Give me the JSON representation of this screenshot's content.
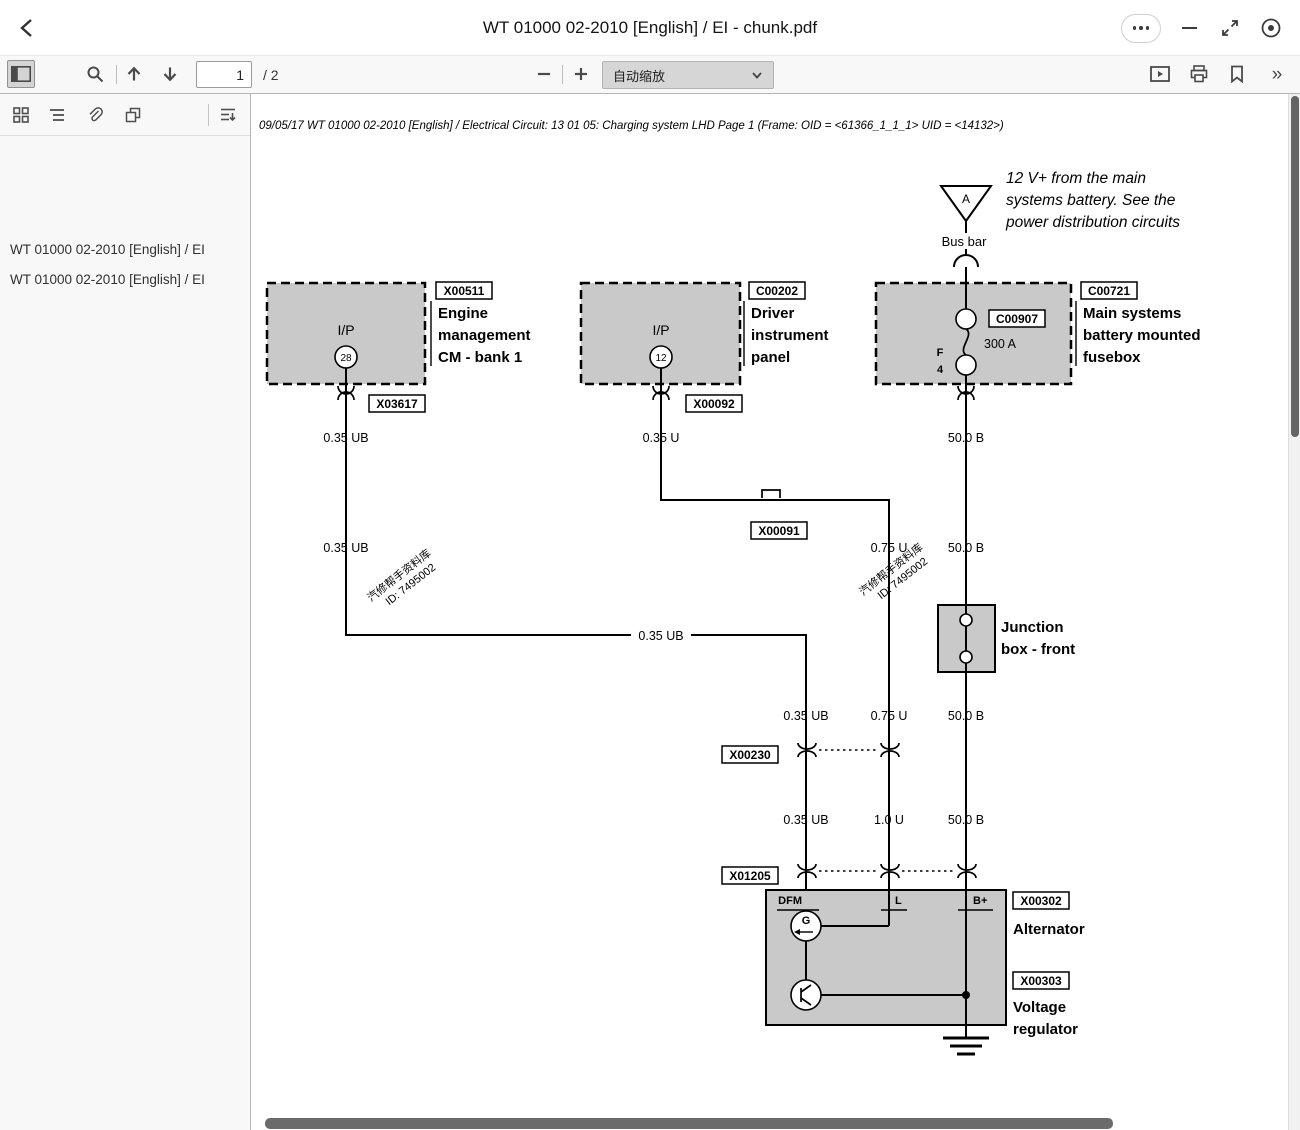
{
  "titlebar": {
    "title": "WT 01000 02-2010 [English] / EI - chunk.pdf"
  },
  "toolbar": {
    "page_value": "1",
    "page_of": "/ 2",
    "zoom_value": "自动缩放"
  },
  "sidebar": {
    "outline": [
      "WT 01000 02-2010 [English] / EI",
      "WT 01000 02-2010 [English] / EI"
    ]
  },
  "doc": {
    "header": "09/05/17  WT 01000 02-2010 [English] / Electrical Circuit: 13 01 05: Charging system LHD  Page 1  (Frame: OID = <61366_1_1_1>  UID = <14132>)",
    "note": [
      "12 V+ from the main",
      "systems battery. See the",
      "power distribution circuits"
    ],
    "battery_terminal": "A",
    "bus_bar": "Bus bar",
    "watermark_line1": "汽修帮手资料库",
    "watermark_line2": "ID: 7495002",
    "engine_cm": {
      "pin_type": "I/P",
      "pin": "28",
      "conn_top": "X00511",
      "conn_bottom": "X03617",
      "name": [
        "Engine",
        "management",
        "CM - bank 1"
      ]
    },
    "instrument_panel": {
      "pin_type": "I/P",
      "pin": "12",
      "conn_top": "C00202",
      "conn_bottom": "X00092",
      "name": [
        "Driver",
        "instrument",
        "panel"
      ]
    },
    "fusebox": {
      "conn_top": "C00721",
      "fuse_conn": "C00907",
      "fuse_pos_top": "F",
      "fuse_pos_bottom": "4",
      "fuse_rating": "300 A",
      "name": [
        "Main systems",
        "battery mounted",
        "fusebox"
      ]
    },
    "junction_box": {
      "name": [
        "Junction",
        "box - front"
      ]
    },
    "alternator": {
      "conn": "X00302",
      "name": "Alternator",
      "terminals": [
        "DFM",
        "L",
        "B+"
      ],
      "generator": "G"
    },
    "regulator": {
      "conn": "X00303",
      "name": [
        "Voltage",
        "regulator"
      ]
    },
    "splices": [
      "X00091",
      "X00230",
      "X01205"
    ],
    "wire_labels": [
      "0.35 UB",
      "0.35 U",
      "50.0 B",
      "0.35 UB",
      "0.75 U",
      "50.0 B",
      "0.35 UB",
      "0.35 UB",
      "0.75 U",
      "50.0 B",
      "0.35 UB",
      "1.0 U",
      "50.0 B"
    ]
  }
}
